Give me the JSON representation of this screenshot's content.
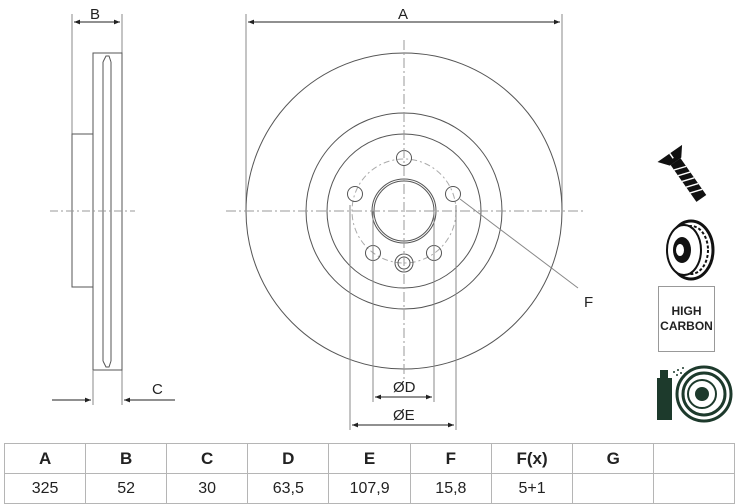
{
  "drawing": {
    "dimension_labels": {
      "A": "A",
      "B": "B",
      "C": "C",
      "D": "ØD",
      "E": "ØE",
      "F": "F"
    }
  },
  "icons": [
    {
      "name": "screw-icon"
    },
    {
      "name": "vented-disc-icon"
    },
    {
      "name": "high-carbon-badge",
      "lines": [
        "HIGH",
        "CARBON"
      ]
    },
    {
      "name": "coated-disc-spray-icon"
    }
  ],
  "high_carbon": {
    "line1": "HIGH",
    "line2": "CARBON"
  },
  "table": {
    "headers": [
      "A",
      "B",
      "C",
      "D",
      "E",
      "F",
      "F(x)",
      "G"
    ],
    "values": [
      "325",
      "52",
      "30",
      "63,5",
      "107,9",
      "15,8",
      "5+1",
      ""
    ]
  },
  "colors": {
    "line": "#555555",
    "centerline": "#9a9a9a",
    "text": "#222222",
    "icon": "#111111",
    "icon_green": "#1d3a2c"
  }
}
